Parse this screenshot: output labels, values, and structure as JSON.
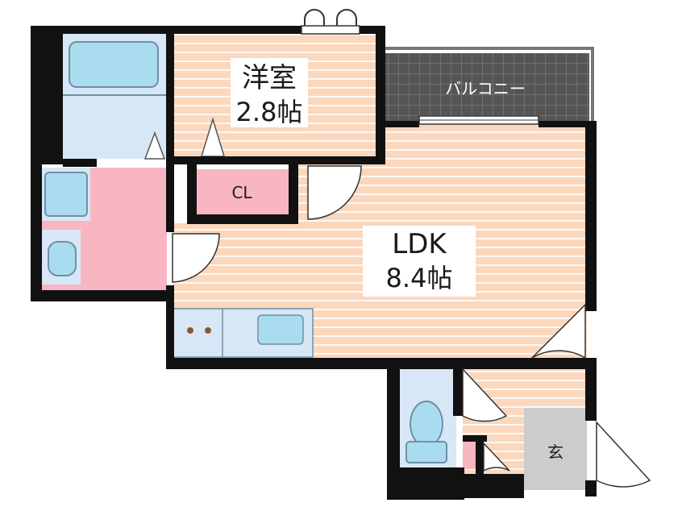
{
  "rooms": {
    "western": {
      "name": "洋室",
      "size": "2.8帖"
    },
    "closet": {
      "name": "CL"
    },
    "ldk": {
      "name": "LDK",
      "size": "8.4帖"
    },
    "balcony": {
      "name": "バルコニー"
    },
    "entrance": {
      "name": "玄"
    }
  },
  "colors": {
    "wall": "#111111",
    "room_floor": "#fbd7bd",
    "floor_stripe": "#ffffff",
    "wet_area": "#d8e7f5",
    "fixture": "#a9dcee",
    "fixture_outline": "#6f8fa8",
    "washroom": "#f8b6c2",
    "balcony": "#4a4a4a",
    "entrance": "#cccccc"
  }
}
